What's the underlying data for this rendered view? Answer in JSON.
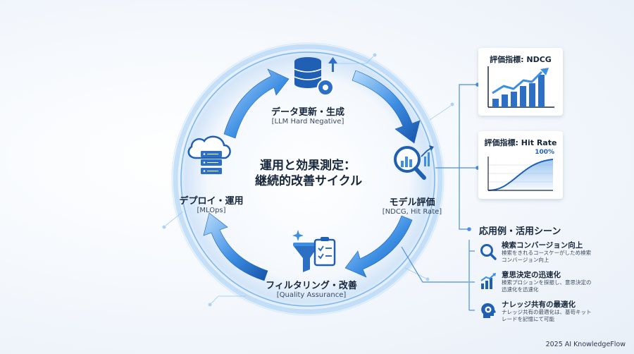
{
  "center": {
    "line1": "運用と効果測定：",
    "line2": "継続的改善サイクル"
  },
  "nodes": {
    "data_update": {
      "title": "データ更新・生成",
      "sub": "[LLM Hard Negative]"
    },
    "model_eval": {
      "title": "モデル評価",
      "sub": "[NDCG, Hit Rate]"
    },
    "filtering": {
      "title": "フィルタリング・改善",
      "sub": "[Quality Assurance]"
    },
    "deploy": {
      "title": "デプロイ・運用",
      "sub": "[MLOps]"
    }
  },
  "metrics": {
    "ndcg_title": "評価指標: NDCG",
    "hitrate_title": "評価指標: Hit Rate",
    "hitrate_label": "100%"
  },
  "applications": {
    "title": "応用例・活用シーン",
    "items": [
      {
        "heading": "検索コンバージョン向上",
        "desc": "検索をきれるコースケーがしため検索コンバージョン向上",
        "icon": "magnifier-icon"
      },
      {
        "heading": "意思決定の迅速化",
        "desc": "検索プロションを採振し、意思決定の迅速化を迅速化",
        "icon": "bar-chart-icon"
      },
      {
        "heading": "ナレッジ共有の最適化",
        "desc": "ナレッジ共有の最適化は、基苟キットレードを記憶にて可能",
        "icon": "gear-head-icon"
      }
    ]
  },
  "footer": "2025 AI KnowledgeFlow",
  "colors": {
    "accent": "#1f6fd1",
    "dark": "#16263b",
    "light_blue": "#8fc1f2"
  }
}
